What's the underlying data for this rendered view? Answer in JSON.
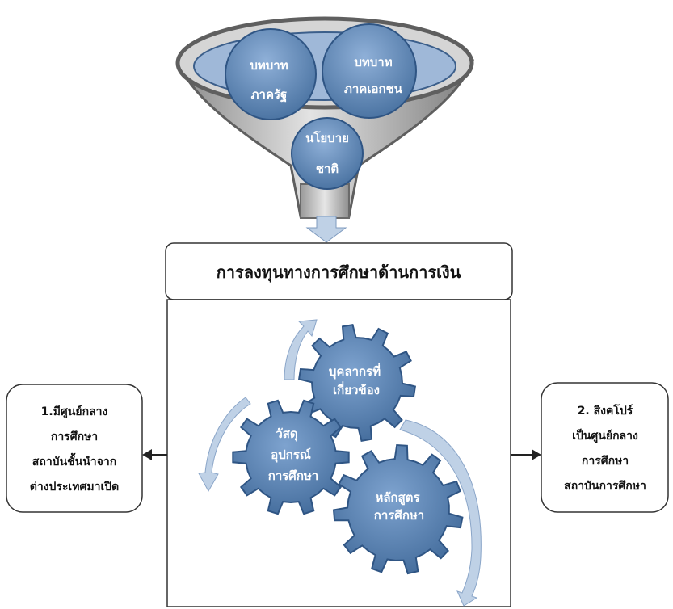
{
  "funnel": {
    "circle_left": {
      "line1": "บทบาท",
      "line2": "ภาครัฐ"
    },
    "circle_right": {
      "line1": "บทบาท",
      "line2": "ภาคเอกชน"
    },
    "circle_bottom": {
      "line1": "นโยบาย",
      "line2": "ชาติ"
    }
  },
  "title": "การลงทุนทางการศึกษาด้านการเงิน",
  "gears": {
    "top": {
      "line1": "บุคลากรที่",
      "line2": "เกี่ยวข้อง"
    },
    "left": {
      "line1": "วัสดุ",
      "line2": "อุปกรณ์",
      "line3": "การศึกษา"
    },
    "bottom": {
      "line1": "หลักสูตร",
      "line2": "การศึกษา"
    }
  },
  "left_box": {
    "line1": "1.มีศูนย์กลาง",
    "line2": "การศึกษา",
    "line3": "สถาบันชั้นนำจาก",
    "line4": "ต่างประเทศมาเปิด"
  },
  "right_box": {
    "line1": "2. สิงคโปร์",
    "line2": "เป็นศูนย์กลาง",
    "line3": "การศึกษา",
    "line4": "สถาบันการศึกษา"
  },
  "colors": {
    "gear_fill": "#5b84b8",
    "gear_stroke": "#2f5584",
    "arrow_fill": "#bfd1e6",
    "funnel_body": "#b9b9b9",
    "funnel_rim": "#6f6f6f",
    "funnel_inner": "#9fb8d8"
  }
}
